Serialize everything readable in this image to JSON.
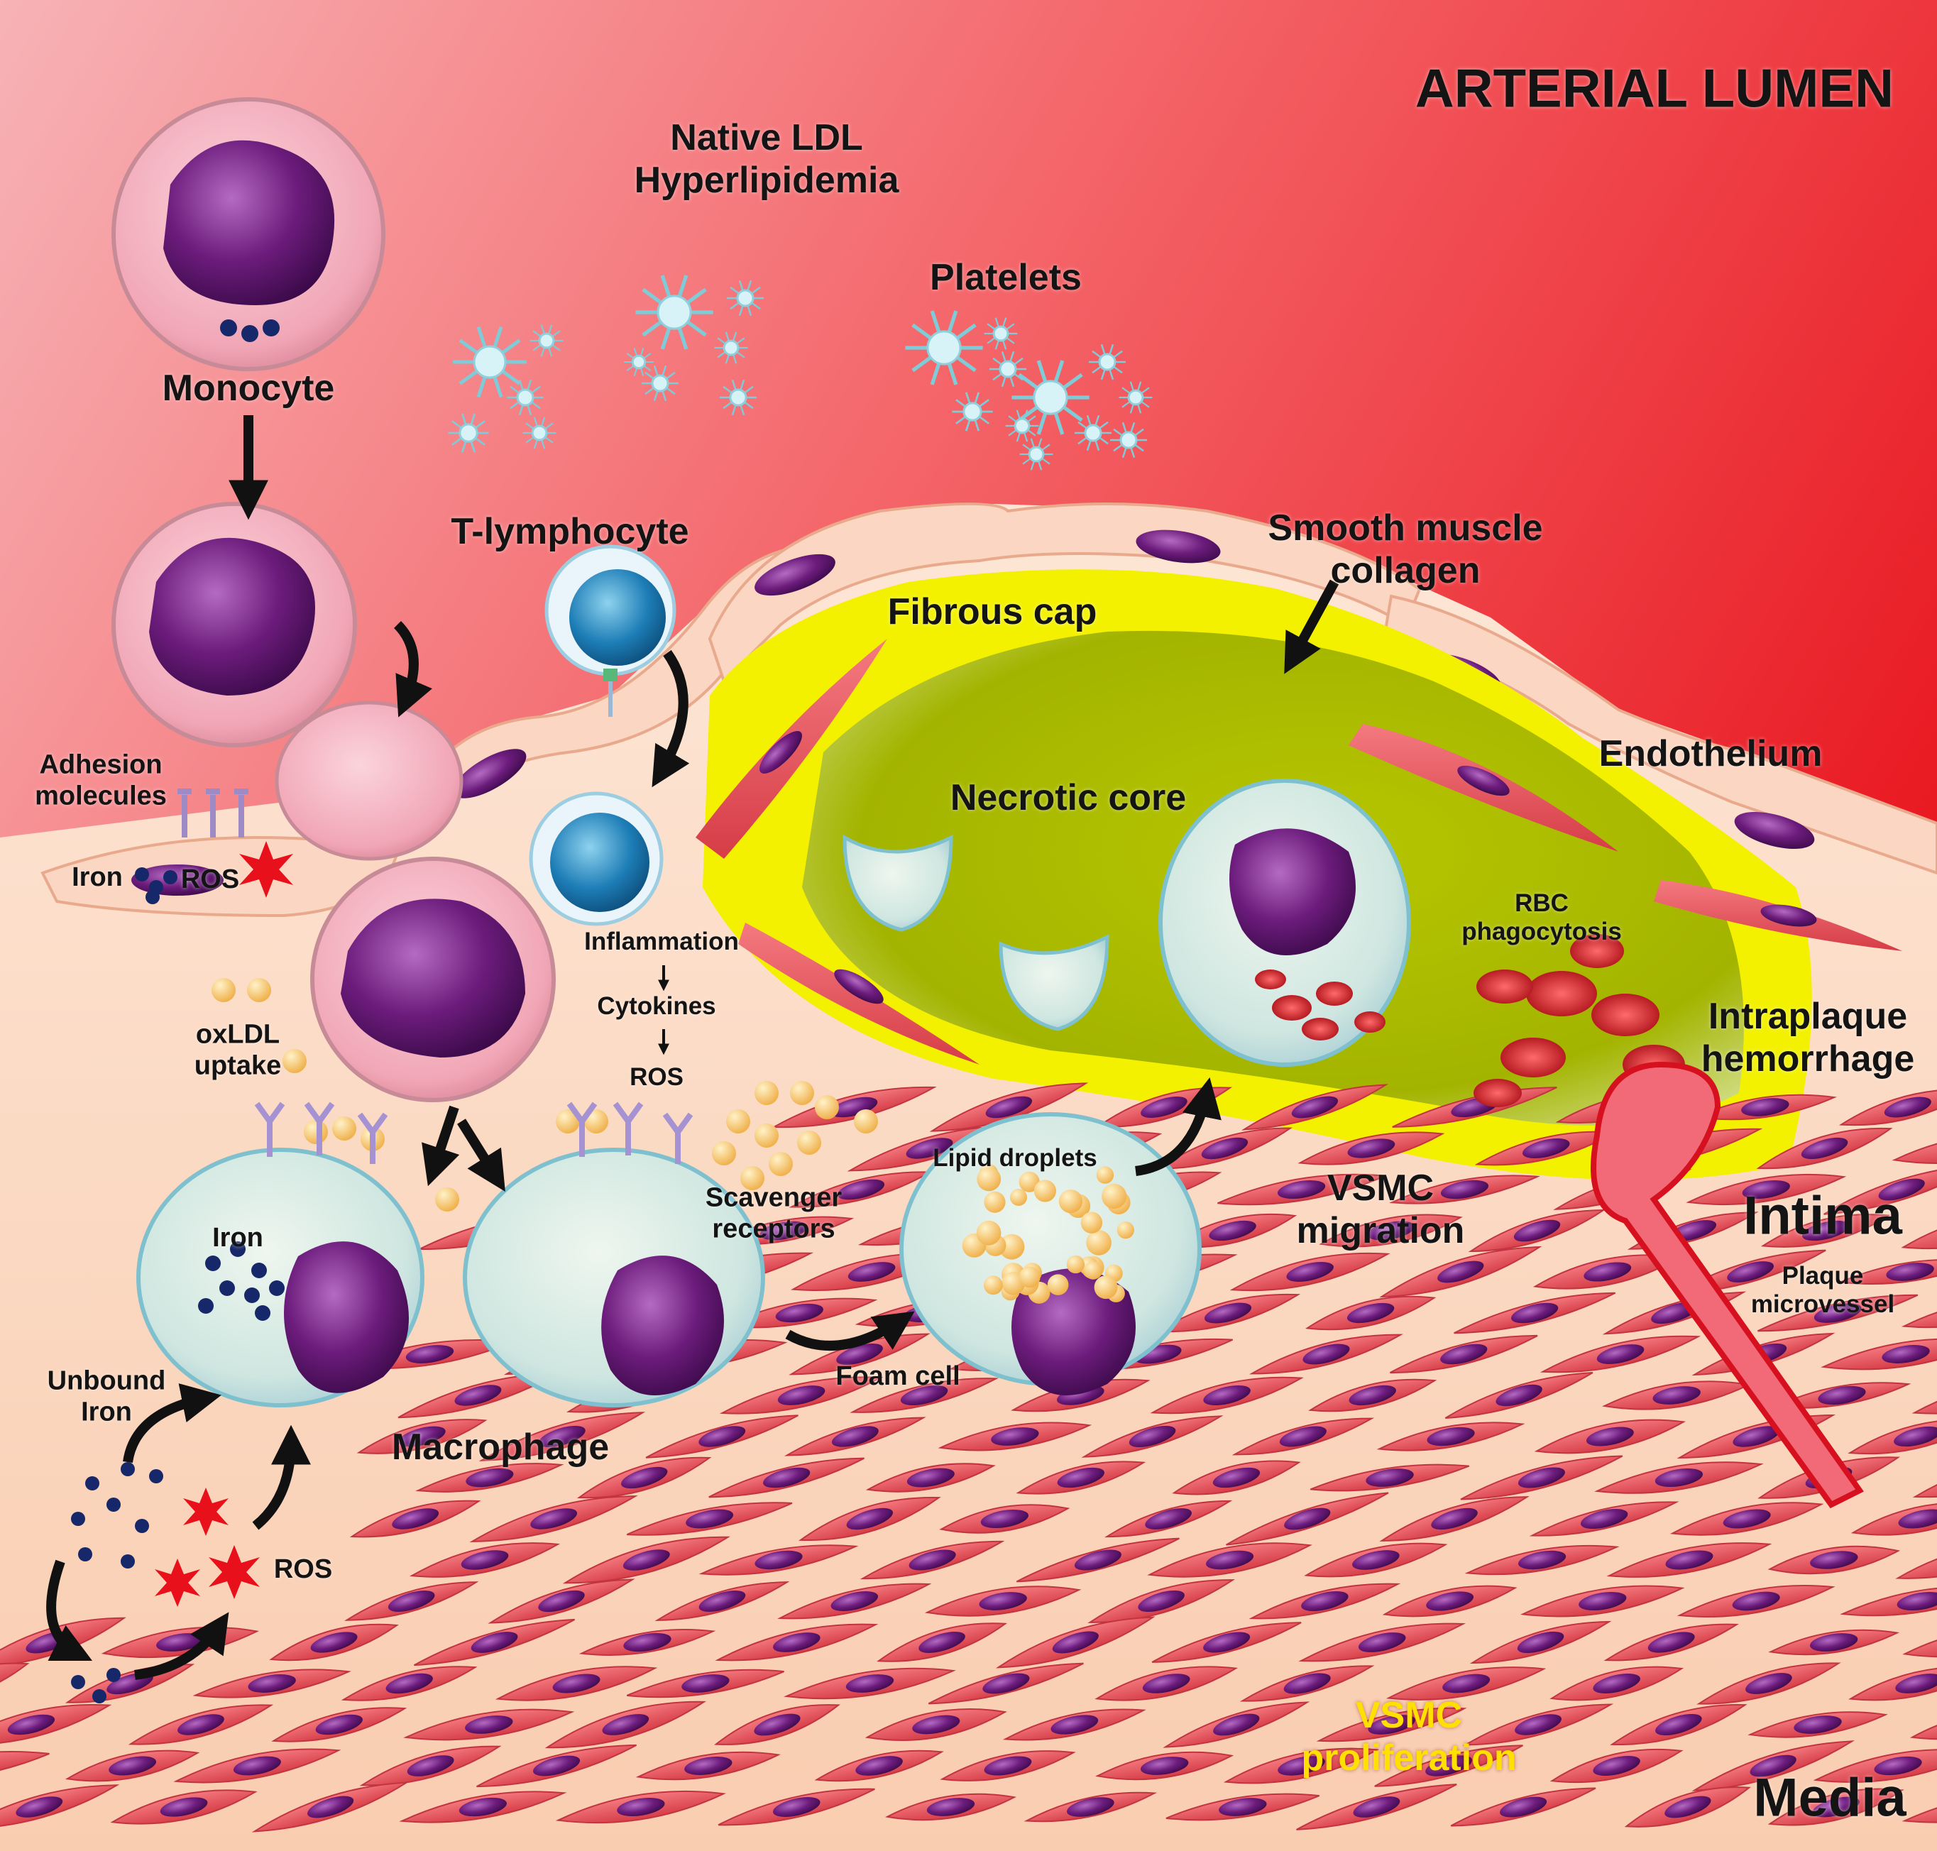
{
  "regions": {
    "lumen": "ARTERIAL LUMEN",
    "intima": "Intima",
    "media": "Media"
  },
  "labels": {
    "native_ldl": [
      "Native LDL",
      "Hyperlipidemia"
    ],
    "platelets": "Platelets",
    "monocyte": "Monocyte",
    "t_lymphocyte": "T-lymphocyte",
    "smooth_muscle": [
      "Smooth muscle",
      "collagen"
    ],
    "fibrous_cap": "Fibrous cap",
    "endothelium": "Endothelium",
    "necrotic_core": "Necrotic core",
    "adhesion": [
      "Adhesion",
      "molecules"
    ],
    "iron_endo": "Iron",
    "ros_endo": "ROS",
    "inflammation": "Inflammation",
    "cytokines": "Cytokines",
    "ros_tcell": "ROS",
    "oxldl": [
      "oxLDL",
      "uptake"
    ],
    "rbc": [
      "RBC",
      "phagocytosis"
    ],
    "intraplaque": [
      "Intraplaque",
      "hemorrhage"
    ],
    "iron_mac": "Iron",
    "scavenger": [
      "Scavenger",
      "receptors"
    ],
    "lipid_droplets": "Lipid droplets",
    "vsmc_migration": [
      "VSMC",
      "migration"
    ],
    "plaque_microvessel": [
      "Plaque",
      "microvessel"
    ],
    "unbound_iron": [
      "Unbound",
      "Iron"
    ],
    "macrophage": "Macrophage",
    "foam_cell": "Foam cell",
    "ros_bottom": "ROS",
    "vsmc_proliferation": [
      "VSMC",
      "proliferation"
    ]
  },
  "colors": {
    "lumen_light": "#f7a8ad",
    "lumen_deep": "#e8141e",
    "tissue": "#fbd9c2",
    "fibrous_cap": "#f2f200",
    "necrotic": "#a8b800",
    "vsmc": "#e8545c",
    "nucleus": "#6a1a78",
    "iron": "#16286a",
    "ros": "#e8101a",
    "ldl": "#f5c060",
    "platelet": "#bfeaf0",
    "lymphocyte": "#1c78b0",
    "rbc": "#c01018",
    "yellow_text": "#ffe000"
  }
}
